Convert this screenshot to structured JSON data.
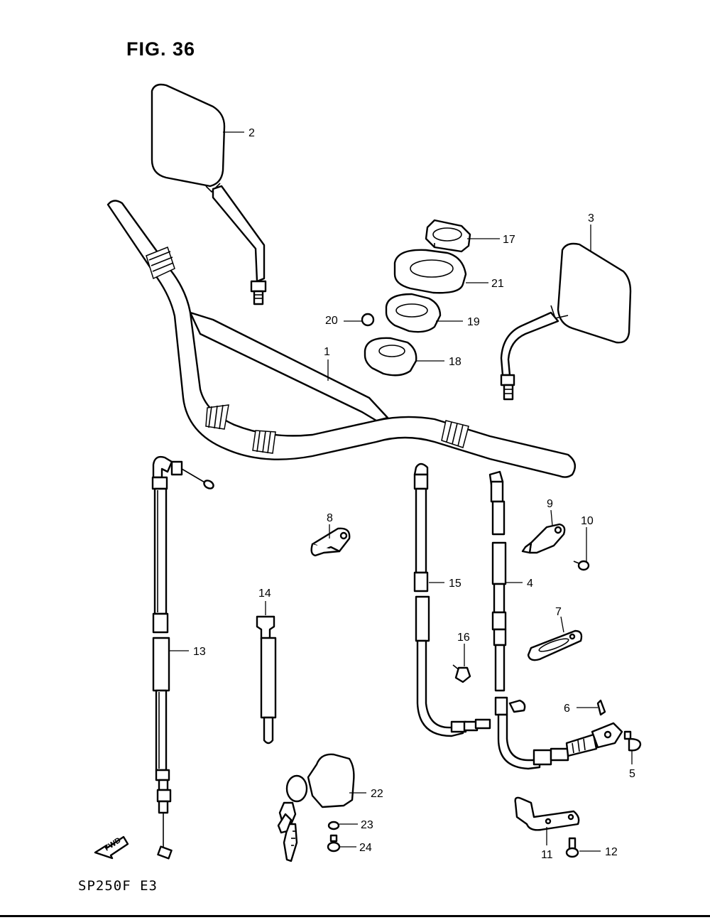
{
  "figure": {
    "title": "FIG. 36",
    "model": "SP250F  E3",
    "fwd_label": "FWD"
  },
  "parts": [
    {
      "ref": "1"
    },
    {
      "ref": "2"
    },
    {
      "ref": "3"
    },
    {
      "ref": "4"
    },
    {
      "ref": "5"
    },
    {
      "ref": "6"
    },
    {
      "ref": "7"
    },
    {
      "ref": "8"
    },
    {
      "ref": "9"
    },
    {
      "ref": "10"
    },
    {
      "ref": "11"
    },
    {
      "ref": "12"
    },
    {
      "ref": "13"
    },
    {
      "ref": "14"
    },
    {
      "ref": "15"
    },
    {
      "ref": "16"
    },
    {
      "ref": "17"
    },
    {
      "ref": "18"
    },
    {
      "ref": "19"
    },
    {
      "ref": "20"
    },
    {
      "ref": "21"
    },
    {
      "ref": "22"
    },
    {
      "ref": "23"
    },
    {
      "ref": "24"
    }
  ]
}
